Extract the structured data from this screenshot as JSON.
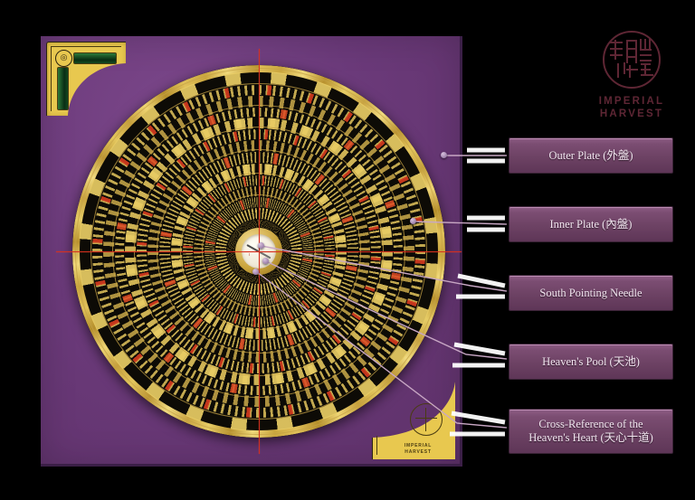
{
  "brand": {
    "seal_alt": "imperial-harvest-seal",
    "line1": "IMPERIAL",
    "line2": "HARVEST",
    "color": "#5e2634"
  },
  "board": {
    "color": "#6b3a7a",
    "corner_top_left": {
      "emblem": "circular-maker-emblem",
      "level_horizontal": "spirit-level-horizontal",
      "level_vertical": "spirit-level-vertical"
    },
    "corner_bottom_right": {
      "brand_line1": "IMPERIAL",
      "brand_line2": "HARVEST"
    }
  },
  "compass": {
    "name": "luopan-compass",
    "heavens_pool": "south-pointing-needle-in-pool",
    "thread_color": "#d62e1e"
  },
  "callouts": [
    {
      "id": "outer-plate",
      "label": "Outer Plate (外盤)"
    },
    {
      "id": "inner-plate",
      "label": "Inner Plate (內盤)"
    },
    {
      "id": "south-needle",
      "label": "South Pointing Needle"
    },
    {
      "id": "heavens-pool",
      "label": "Heaven's Pool (天池)"
    },
    {
      "id": "heavens-heart",
      "label": "Cross-Reference of the\nHeaven's Heart (天心十道)"
    }
  ]
}
